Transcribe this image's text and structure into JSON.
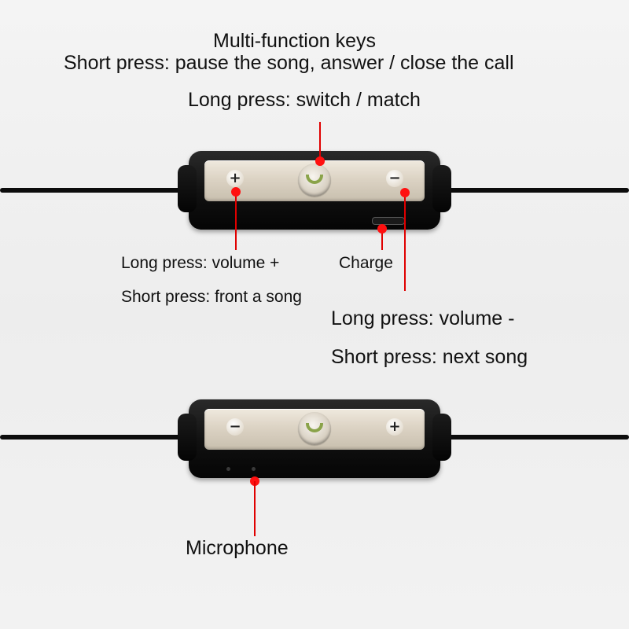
{
  "labels": {
    "multi_function_title": "Multi-function keys",
    "multi_function_short": "Short press: pause the song, answer / close the call",
    "multi_function_long": "Long press: switch / match",
    "plus_long": "Long press: volume +",
    "plus_short": "Short press: front a song",
    "charge": "Charge",
    "minus_long": "Long press: volume -",
    "minus_short": "Short press: next song",
    "microphone": "Microphone"
  },
  "remote_top": {
    "left_button_symbol": "+",
    "right_button_symbol": "−"
  },
  "remote_bottom": {
    "left_button_symbol": "−",
    "right_button_symbol": "+"
  },
  "colors": {
    "pointer": "#e00000",
    "remote_body": "#111111",
    "button_plate": "#dcd3c4",
    "call_icon": "#8aa34a"
  }
}
